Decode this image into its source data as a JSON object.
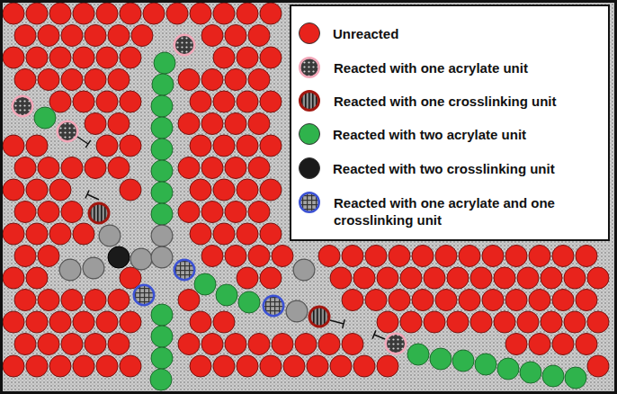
{
  "diagram": {
    "legend": [
      {
        "text": "Unreacted",
        "color": "#e8231c"
      },
      {
        "text": "Reacted with one acrylate unit"
      },
      {
        "text": "Reacted with one crosslinking unit"
      },
      {
        "text": "Reacted with two acrylate unit",
        "color": "#2fb34c"
      },
      {
        "text": "Reacted with two crosslinking unit",
        "color": "#1a1a1a"
      },
      {
        "text": "Reacted with one acrylate and one crosslinking unit"
      }
    ]
  }
}
